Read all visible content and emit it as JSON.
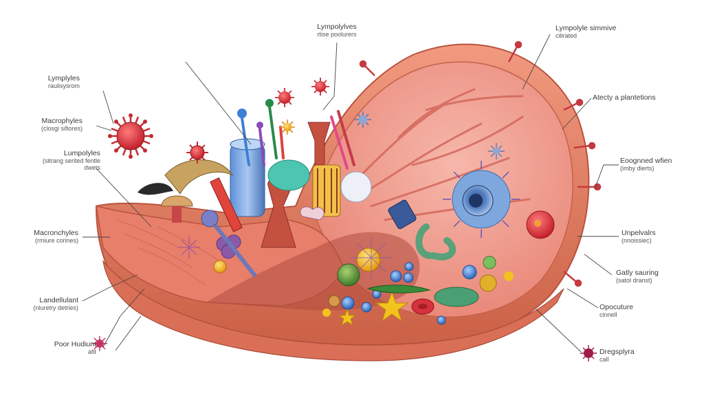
{
  "diagram": {
    "labels": [
      {
        "id": "top-center",
        "title": "Lympolylves",
        "sub": "rtise poolurers"
      },
      {
        "id": "top-right",
        "title": "Lympolyle simmive",
        "sub": "cilirated"
      },
      {
        "id": "left-1",
        "title": "Lymplyles",
        "sub": "raulisysrom"
      },
      {
        "id": "left-2",
        "title": "Macrophyles",
        "sub": "(closgi sifiores)"
      },
      {
        "id": "left-3",
        "title": "Lumpolyles",
        "sub": "(sitrang serited fentle dwets"
      },
      {
        "id": "left-4",
        "title": "Macronchyles",
        "sub": "(rmiure corines)"
      },
      {
        "id": "left-5",
        "title": "Landellulant",
        "sub": "(nluretry detries)"
      },
      {
        "id": "left-6",
        "title": "Poor Hudiunt",
        "sub": "afit"
      },
      {
        "id": "right-1",
        "title": "Atecty a plantetions",
        "sub": ""
      },
      {
        "id": "right-2",
        "title": "Eoognned wfien",
        "sub": "(imby dierts)"
      },
      {
        "id": "right-3",
        "title": "Unpelvalrs",
        "sub": "(nnoissiec)"
      },
      {
        "id": "right-4",
        "title": "Gatly sauring",
        "sub": "(satol dranst)"
      },
      {
        "id": "right-5",
        "title": "Opocuture",
        "sub": "cinnell"
      },
      {
        "id": "right-6",
        "title": "Dregsplyra",
        "sub": "call"
      }
    ],
    "colors": {
      "tissue_outer": "#e0866a",
      "tissue_inner": "#f0a690",
      "tissue_dark": "#b9523f",
      "lumen": "#f3a89b",
      "leader_line": "#444444",
      "virus_red": "#d8333b",
      "cell_blue": "#4a74b8",
      "cell_green": "#6a9a3c",
      "cell_yellow": "#f2b51f",
      "cell_purple": "#8a5aa8"
    }
  }
}
